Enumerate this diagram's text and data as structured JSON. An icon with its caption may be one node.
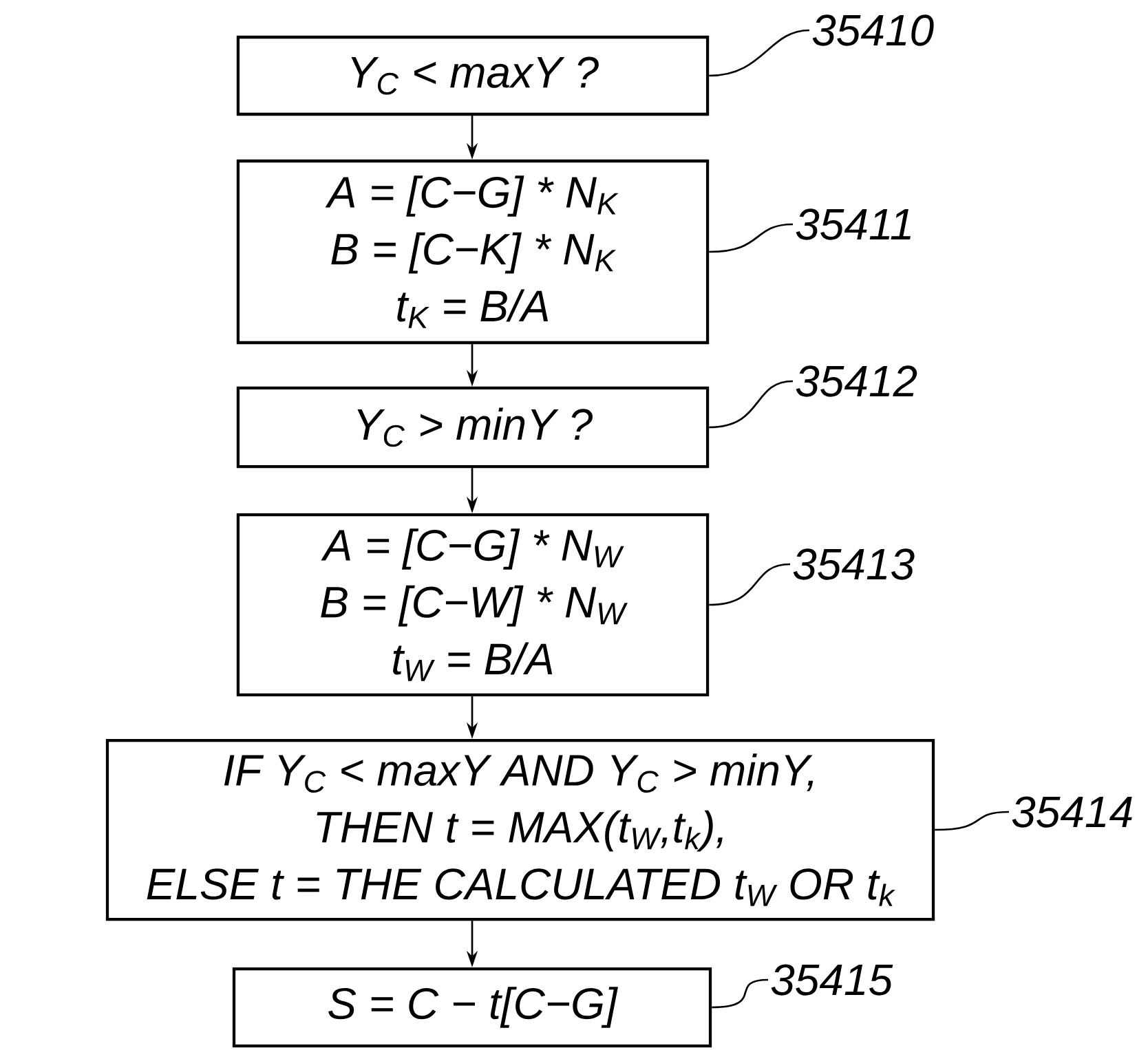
{
  "diagram": {
    "nodes": [
      {
        "text": [
          "Y$_{C}$ < maxY ?"
        ]
      },
      {
        "text": [
          "A = [C−G] * N$_{K}$",
          "B = [C−K] * N$_{K}$",
          "t$_{K}$ = B/A"
        ]
      },
      {
        "text": [
          "Y$_{C}$ > minY ?"
        ]
      },
      {
        "text": [
          "A = [C−G] * N$_{W}$",
          "B = [C−W] * N$_{W}$",
          "t$_{W}$ = B/A"
        ]
      },
      {
        "text": [
          "IF Y$_{C}$ < maxY AND Y$_{C}$ > minY,",
          "THEN t = MAX(t$_{W}$,t$_{k}$),",
          "ELSE t = THE CALCULATED t$_{W}$ OR t$_{k}$"
        ]
      },
      {
        "text": [
          "S = C − t[C−G]"
        ]
      },
      {
        "text": [
          "35410"
        ]
      },
      {
        "text": [
          "35411"
        ]
      },
      {
        "text": [
          "35412"
        ]
      },
      {
        "text": [
          "35413"
        ]
      },
      {
        "text": [
          "35414"
        ]
      },
      {
        "text": [
          "35415"
        ]
      }
    ],
    "edges": [
      {
        "from": 0,
        "to": 1,
        "arrow": "to"
      },
      {
        "from": 1,
        "to": 2,
        "arrow": "to"
      },
      {
        "from": 2,
        "to": 3,
        "arrow": "to"
      },
      {
        "from": 3,
        "to": 4,
        "arrow": "to"
      },
      {
        "from": 4,
        "to": 5,
        "arrow": "to"
      },
      {
        "from": 6,
        "to": 0,
        "arrow": "none"
      },
      {
        "from": 7,
        "to": 1,
        "arrow": "none"
      },
      {
        "from": 8,
        "to": 2,
        "arrow": "none"
      },
      {
        "from": 9,
        "to": 3,
        "arrow": "none"
      },
      {
        "from": 10,
        "to": 4,
        "arrow": "none"
      },
      {
        "from": 11,
        "to": 5,
        "arrow": "none"
      }
    ]
  }
}
